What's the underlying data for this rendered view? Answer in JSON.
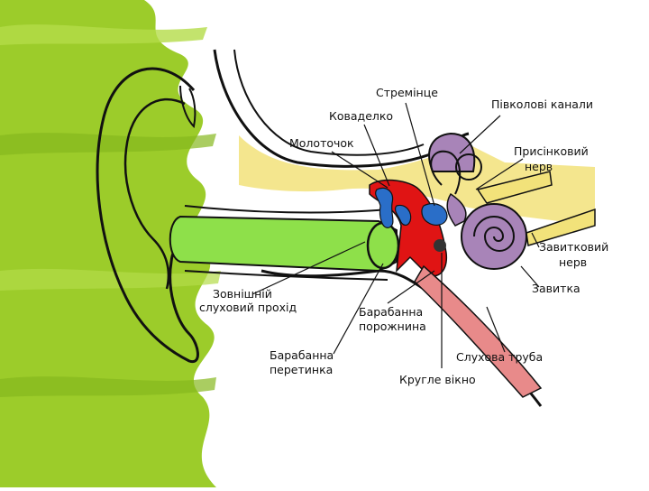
{
  "diagram": {
    "labels": {
      "stapes": "Стремінце",
      "incus": "Коваделко",
      "malleus": "Молоточок",
      "semicircular": "Півколові канали",
      "vestibular_nerve_1": "Присінковий",
      "vestibular_nerve_2": "нерв",
      "cochlear_nerve_1": "Завитковий",
      "cochlear_nerve_2": "нерв",
      "cochlea": "Завитка",
      "ext_canal_1": "Зовнішній",
      "ext_canal_2": "слуховий прохід",
      "tympanic_cavity_1": "Барабанна",
      "tympanic_cavity_2": "порожнина",
      "eardrum_1": "Барабанна",
      "eardrum_2": "перетинка",
      "eustachian": "Слухова труба",
      "round_window": "Кругле вікно"
    },
    "colors": {
      "background_brush": "#9ccc2a",
      "ear_canal": "#8ee04a",
      "bone": "#f2e27a",
      "middle_ear": "#e01414",
      "ossicles": "#2a6ec8",
      "inner_ear": "#a884b8",
      "tube": "#e88a8a",
      "outline": "#111111"
    }
  }
}
